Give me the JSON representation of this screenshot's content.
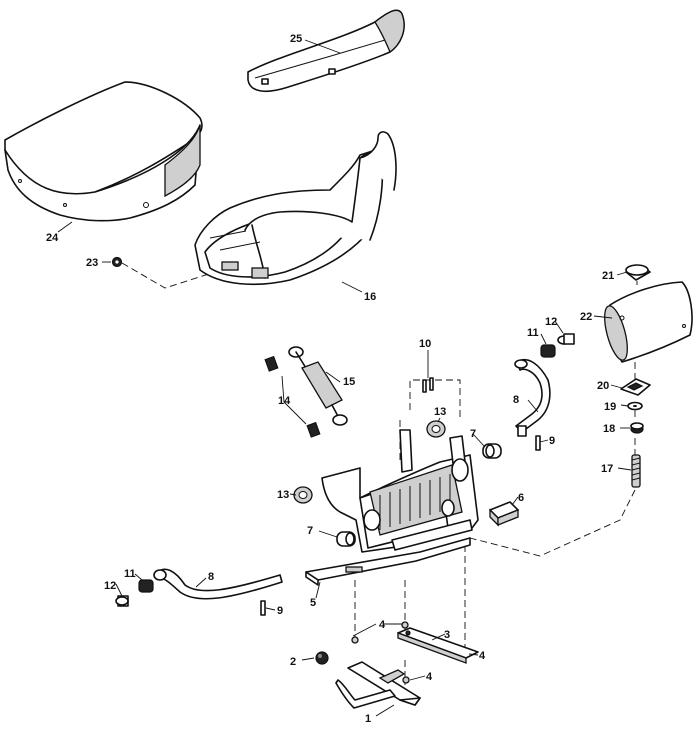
{
  "diagram": {
    "callouts": [
      {
        "id": "c1",
        "label": "1"
      },
      {
        "id": "c2",
        "label": "2"
      },
      {
        "id": "c3",
        "label": "3"
      },
      {
        "id": "c4a",
        "label": "4"
      },
      {
        "id": "c4b",
        "label": "4"
      },
      {
        "id": "c4c",
        "label": "4"
      },
      {
        "id": "c5",
        "label": "5"
      },
      {
        "id": "c6",
        "label": "6"
      },
      {
        "id": "c7a",
        "label": "7"
      },
      {
        "id": "c7b",
        "label": "7"
      },
      {
        "id": "c8a",
        "label": "8"
      },
      {
        "id": "c8b",
        "label": "8"
      },
      {
        "id": "c9a",
        "label": "9"
      },
      {
        "id": "c9b",
        "label": "9"
      },
      {
        "id": "c10",
        "label": "10"
      },
      {
        "id": "c11a",
        "label": "11"
      },
      {
        "id": "c11b",
        "label": "11"
      },
      {
        "id": "c12a",
        "label": "12"
      },
      {
        "id": "c12b",
        "label": "12"
      },
      {
        "id": "c13a",
        "label": "13"
      },
      {
        "id": "c13b",
        "label": "13"
      },
      {
        "id": "c14",
        "label": "14"
      },
      {
        "id": "c15",
        "label": "15"
      },
      {
        "id": "c16",
        "label": "16"
      },
      {
        "id": "c17",
        "label": "17"
      },
      {
        "id": "c18",
        "label": "18"
      },
      {
        "id": "c19",
        "label": "19"
      },
      {
        "id": "c20",
        "label": "20"
      },
      {
        "id": "c21",
        "label": "21"
      },
      {
        "id": "c22",
        "label": "22"
      },
      {
        "id": "c23",
        "label": "23"
      },
      {
        "id": "c24",
        "label": "24"
      },
      {
        "id": "c25",
        "label": "25"
      }
    ]
  }
}
